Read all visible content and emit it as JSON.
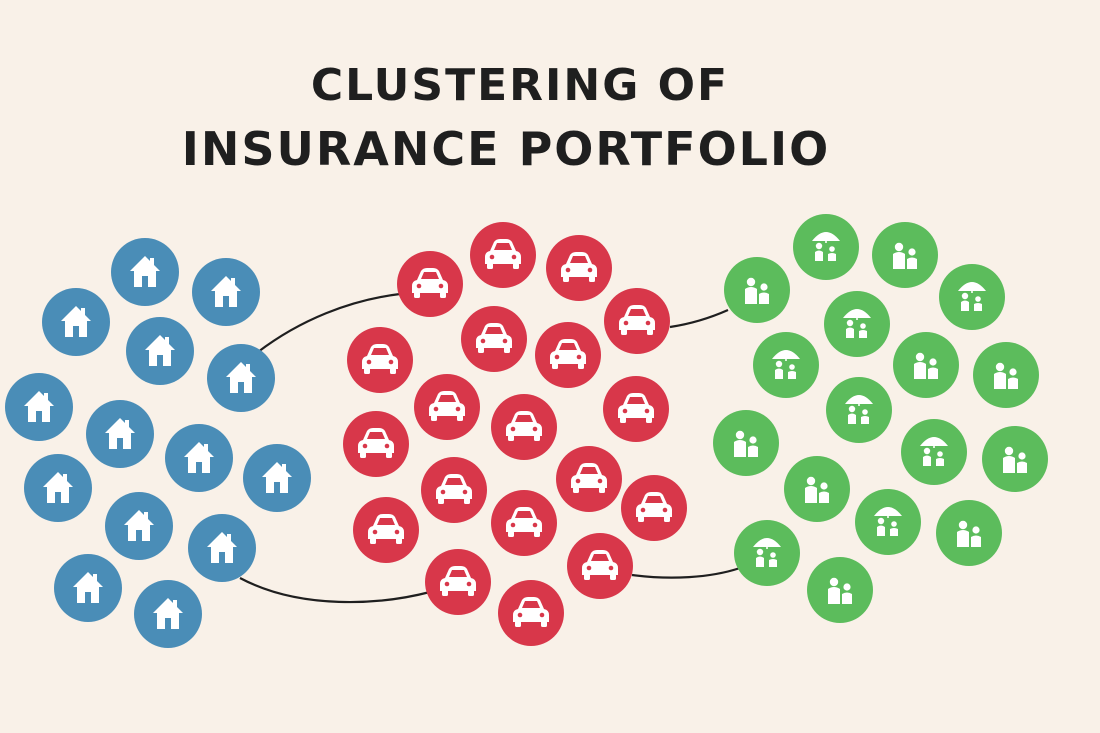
{
  "title": {
    "line1": "CLUSTERING OF",
    "line2": "INSURANCE PORTFOLIO"
  },
  "colors": {
    "background": "#f9f1e8",
    "home_cluster": "#4a8db7",
    "auto_cluster": "#d8374a",
    "life_cluster": "#5cbc5c",
    "connector": "#1f1f1f",
    "icon": "#ffffff"
  },
  "clusters": [
    {
      "id": "home",
      "icon": "house-icon",
      "color_key": "home_cluster"
    },
    {
      "id": "auto",
      "icon": "car-icon",
      "color_key": "auto_cluster"
    },
    {
      "id": "life",
      "icon": "family-icon",
      "color_key": "life_cluster"
    }
  ]
}
